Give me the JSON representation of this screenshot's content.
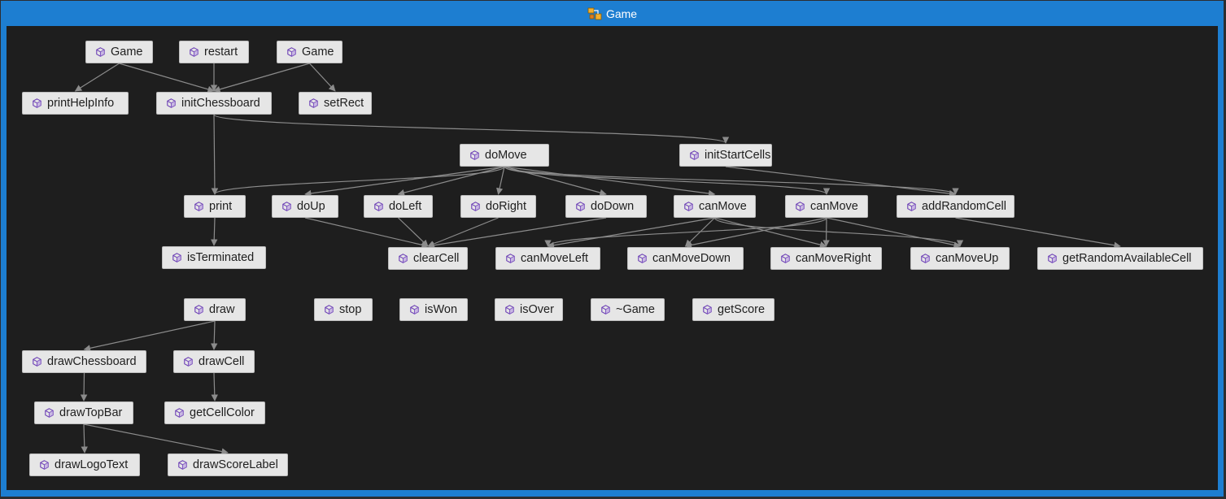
{
  "window": {
    "title": "Game",
    "title_icon": "class-diagram-icon",
    "accent": "#1d7ed1",
    "canvas_bg": "#1e1e1e",
    "node_bg": "#e6e6e6",
    "edge_color": "#8c8c8c",
    "node_icon": "method-cube-icon",
    "node_icon_color": "#6c3fb5"
  },
  "nodes": [
    {
      "id": "game1",
      "label": "Game"
    },
    {
      "id": "restart",
      "label": "restart"
    },
    {
      "id": "game2",
      "label": "Game"
    },
    {
      "id": "printHelpInfo",
      "label": "printHelpInfo"
    },
    {
      "id": "initChessboard",
      "label": "initChessboard"
    },
    {
      "id": "setRect",
      "label": "setRect"
    },
    {
      "id": "doMove",
      "label": "doMove"
    },
    {
      "id": "initStartCells",
      "label": "initStartCells"
    },
    {
      "id": "print",
      "label": "print"
    },
    {
      "id": "doUp",
      "label": "doUp"
    },
    {
      "id": "doLeft",
      "label": "doLeft"
    },
    {
      "id": "doRight",
      "label": "doRight"
    },
    {
      "id": "doDown",
      "label": "doDown"
    },
    {
      "id": "canMove1",
      "label": "canMove"
    },
    {
      "id": "canMove2",
      "label": "canMove"
    },
    {
      "id": "addRandomCell",
      "label": "addRandomCell"
    },
    {
      "id": "isTerminated",
      "label": "isTerminated"
    },
    {
      "id": "clearCell",
      "label": "clearCell"
    },
    {
      "id": "canMoveLeft",
      "label": "canMoveLeft"
    },
    {
      "id": "canMoveDown",
      "label": "canMoveDown"
    },
    {
      "id": "canMoveRight",
      "label": "canMoveRight"
    },
    {
      "id": "canMoveUp",
      "label": "canMoveUp"
    },
    {
      "id": "getRandomAvailableCell",
      "label": "getRandomAvailableCell"
    },
    {
      "id": "draw",
      "label": "draw"
    },
    {
      "id": "stop",
      "label": "stop"
    },
    {
      "id": "isWon",
      "label": "isWon"
    },
    {
      "id": "isOver",
      "label": "isOver"
    },
    {
      "id": "destructor",
      "label": "~Game"
    },
    {
      "id": "getScore",
      "label": "getScore"
    },
    {
      "id": "drawChessboard",
      "label": "drawChessboard"
    },
    {
      "id": "drawCell",
      "label": "drawCell"
    },
    {
      "id": "drawTopBar",
      "label": "drawTopBar"
    },
    {
      "id": "getCellColor",
      "label": "getCellColor"
    },
    {
      "id": "drawLogoText",
      "label": "drawLogoText"
    },
    {
      "id": "drawScoreLabel",
      "label": "drawScoreLabel"
    }
  ],
  "edges": [
    [
      "game1",
      "printHelpInfo"
    ],
    [
      "game1",
      "initChessboard"
    ],
    [
      "restart",
      "initChessboard"
    ],
    [
      "game2",
      "initChessboard"
    ],
    [
      "game2",
      "setRect"
    ],
    [
      "initChessboard",
      "print"
    ],
    [
      "initChessboard",
      "initStartCells"
    ],
    [
      "doMove",
      "print"
    ],
    [
      "doMove",
      "doUp"
    ],
    [
      "doMove",
      "doLeft"
    ],
    [
      "doMove",
      "doRight"
    ],
    [
      "doMove",
      "doDown"
    ],
    [
      "doMove",
      "canMove1"
    ],
    [
      "doMove",
      "canMove2"
    ],
    [
      "doMove",
      "addRandomCell"
    ],
    [
      "initStartCells",
      "addRandomCell"
    ],
    [
      "print",
      "isTerminated"
    ],
    [
      "doUp",
      "clearCell"
    ],
    [
      "doLeft",
      "clearCell"
    ],
    [
      "doRight",
      "clearCell"
    ],
    [
      "doDown",
      "clearCell"
    ],
    [
      "canMove1",
      "canMoveLeft"
    ],
    [
      "canMove1",
      "canMoveDown"
    ],
    [
      "canMove1",
      "canMoveRight"
    ],
    [
      "canMove1",
      "canMoveUp"
    ],
    [
      "canMove2",
      "canMoveLeft"
    ],
    [
      "canMove2",
      "canMoveDown"
    ],
    [
      "canMove2",
      "canMoveRight"
    ],
    [
      "canMove2",
      "canMoveUp"
    ],
    [
      "addRandomCell",
      "getRandomAvailableCell"
    ],
    [
      "draw",
      "drawChessboard"
    ],
    [
      "draw",
      "drawCell"
    ],
    [
      "drawChessboard",
      "drawTopBar"
    ],
    [
      "drawCell",
      "getCellColor"
    ],
    [
      "drawTopBar",
      "drawLogoText"
    ],
    [
      "drawTopBar",
      "drawScoreLabel"
    ]
  ]
}
